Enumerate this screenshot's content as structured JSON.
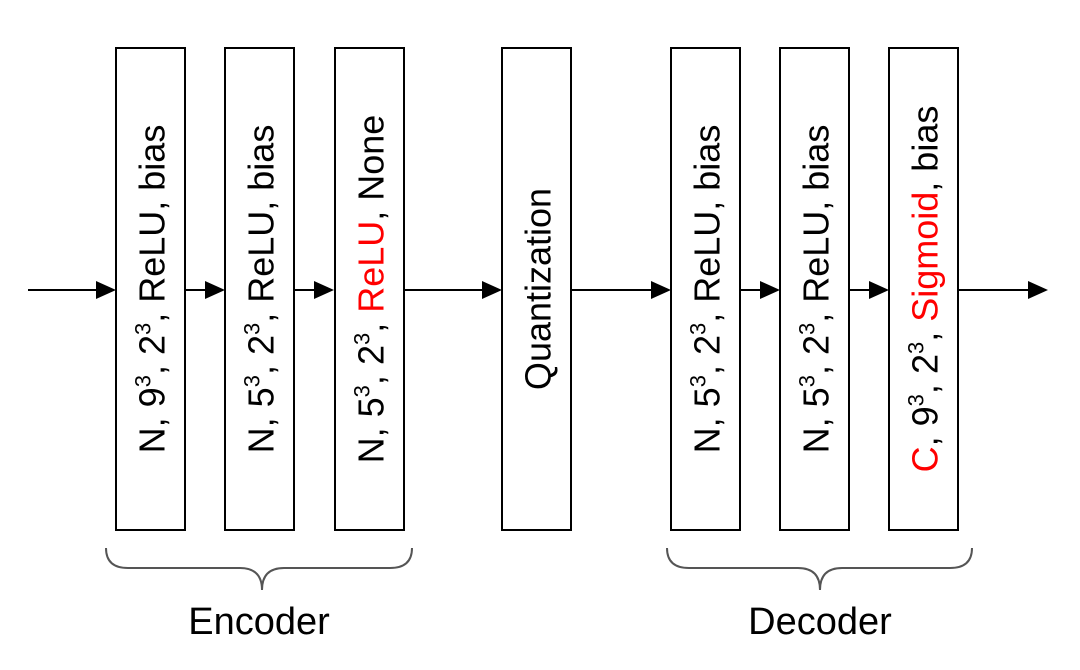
{
  "colors": {
    "stroke": "#000000",
    "highlight": "#ff0000",
    "brace": "#555555"
  },
  "boxes": [
    {
      "id": "enc1",
      "parts": [
        {
          "t": "N, 9"
        },
        {
          "t": "3",
          "sup": true
        },
        {
          "t": ", 2"
        },
        {
          "t": "3",
          "sup": true
        },
        {
          "t": ", ReLU, bias"
        }
      ]
    },
    {
      "id": "enc2",
      "parts": [
        {
          "t": "N, 5"
        },
        {
          "t": "3",
          "sup": true
        },
        {
          "t": ", 2"
        },
        {
          "t": "3",
          "sup": true
        },
        {
          "t": ", ReLU, bias"
        }
      ]
    },
    {
      "id": "enc3",
      "parts": [
        {
          "t": "N, 5"
        },
        {
          "t": "3",
          "sup": true
        },
        {
          "t": ", 2"
        },
        {
          "t": "3",
          "sup": true
        },
        {
          "t": ", "
        },
        {
          "t": "ReLU",
          "red": true
        },
        {
          "t": ", None"
        }
      ]
    },
    {
      "id": "quant",
      "parts": [
        {
          "t": "Quantization"
        }
      ]
    },
    {
      "id": "dec1",
      "parts": [
        {
          "t": "N, 5"
        },
        {
          "t": "3",
          "sup": true
        },
        {
          "t": ", 2"
        },
        {
          "t": "3",
          "sup": true
        },
        {
          "t": ", ReLU, bias"
        }
      ]
    },
    {
      "id": "dec2",
      "parts": [
        {
          "t": "N, 5"
        },
        {
          "t": "3",
          "sup": true
        },
        {
          "t": ", 2"
        },
        {
          "t": "3",
          "sup": true
        },
        {
          "t": ", ReLU, bias"
        }
      ]
    },
    {
      "id": "dec3",
      "parts": [
        {
          "t": "C",
          "red": true
        },
        {
          "t": ", 9"
        },
        {
          "t": "3",
          "sup": true
        },
        {
          "t": ", 2"
        },
        {
          "t": "3",
          "sup": true
        },
        {
          "t": ", "
        },
        {
          "t": "Sigmoid",
          "red": true
        },
        {
          "t": ", bias"
        }
      ]
    }
  ],
  "groups": {
    "encoder": {
      "label": "Encoder"
    },
    "decoder": {
      "label": "Decoder"
    }
  }
}
